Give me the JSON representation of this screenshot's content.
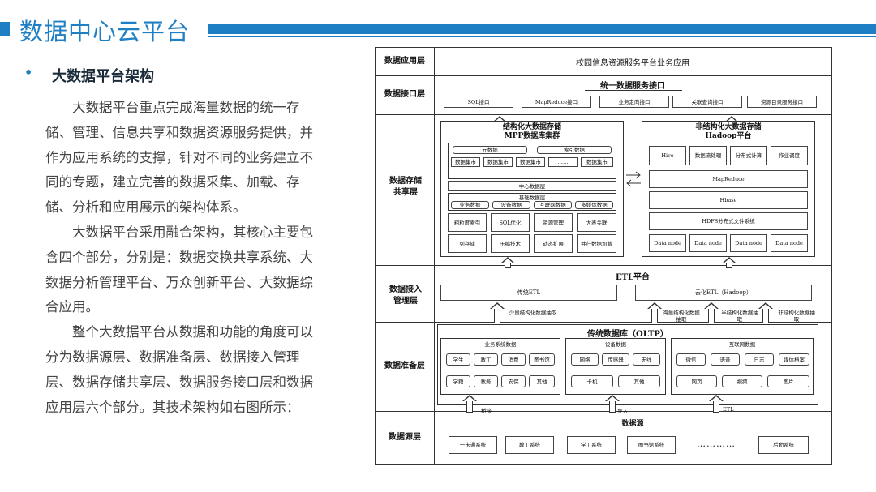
{
  "header": {
    "title": "数据中心云平台"
  },
  "section": {
    "bullet": "•",
    "subtitle": "大数据平台架构"
  },
  "paragraphs": [
    "大数据平台重点完成海量数据的统一存储、管理、信息共享和数据资源服务提供，并作为应用系统的支撑，针对不同的业务建立不同的专题，建立完善的数据采集、加载、存储、分析和应用展示的架构体系。",
    "大数据平台采用融合架构，其核心主要包含四个部分，分别是：数据交换共享系统、大数据分析管理平台、万众创新平台、大数据综合应用。",
    "整个大数据平台从数据和功能的角度可以分为数据源层、数据准备层、数据接入管理层、数据存储共享层、数据服务接口层和数据应用层六个部分。其技术架构如右图所示："
  ],
  "diagram": {
    "layers": {
      "app": "数据应用层",
      "api": "数据接口层",
      "storage": "数据存储共享层",
      "access": "数据接入管理层",
      "prep": "数据准备层",
      "source": "数据源层"
    },
    "app_title": "校园信息资源服务平台业务应用",
    "api": {
      "title": "统一数据服务接口",
      "items": [
        "SQL接口",
        "MapReduce接口",
        "业务定向接口",
        "关联查询接口",
        "资源目录服务接口"
      ]
    },
    "mpp": {
      "title1": "结构化大数据存储",
      "title2": "MPP数据库集群",
      "meta": "元数据",
      "index": "索引数据",
      "marts": [
        "数据集市",
        "数据集市",
        "数据集市",
        "……",
        "数据集市"
      ],
      "center": "中心数据层",
      "base": "基础数据层",
      "base_items": [
        "业务数据",
        "设备数据",
        "互联网数据",
        "多媒体数据"
      ],
      "grid": [
        "粗粒度索引",
        "SQL优化",
        "资源管理",
        "大表关联",
        "列存储",
        "压缩技术",
        "动态扩展",
        "并行数据加载"
      ]
    },
    "hadoop": {
      "title1": "非结构化大数据存储",
      "title2": "Hadoop平台",
      "row1": [
        "Hive",
        "数据流处理",
        "分布式计算",
        "作业调度"
      ],
      "mapreduce": "MapReduce",
      "hbase": "Hbase",
      "hdfs": "HDFS分布式文件系统",
      "nodes": [
        "Data node",
        "Data node",
        "Data node",
        "Data node"
      ]
    },
    "etl": {
      "title": "ETL平台",
      "traditional": "传统ETL",
      "cloud": "云化ETL（Hadoop）"
    },
    "flows": [
      "少量结构化数据抽取",
      "海量结构化数据抽取",
      "半结构化数据抽取",
      "非结构化数据抽取"
    ],
    "oltp": {
      "title": "传统数据库（OLTP）",
      "business": {
        "title": "业务系统数据",
        "items": [
          "学生",
          "教工",
          "消费",
          "图书馆",
          "学籍",
          "教务",
          "安保",
          "其他"
        ]
      },
      "device": {
        "title": "设备数据",
        "items": [
          "网络",
          "传感器",
          "无线",
          "卡机",
          "其他"
        ]
      },
      "internet": {
        "title": "互联网数据",
        "items": [
          "微信",
          "语音",
          "日志",
          "媒体档案",
          "网页",
          "视频",
          "图片"
        ]
      }
    },
    "source_links": [
      "桥接",
      "导入",
      "ETL"
    ],
    "source": {
      "title": "数据源",
      "items": [
        "一卡通系统",
        "教工系统",
        "学工系统",
        "图书馆系统",
        "后勤系统"
      ],
      "ellipsis": "…………"
    }
  }
}
